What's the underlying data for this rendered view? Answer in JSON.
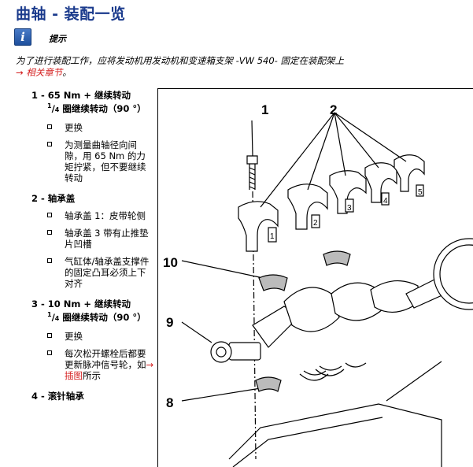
{
  "page": {
    "title": "曲轴 - 装配一览"
  },
  "hint": {
    "icon": "info-icon",
    "icon_glyph": "i",
    "label": "提示"
  },
  "intro": {
    "text": "为了进行装配工作，应将发动机用发动机和变速箱支架 -VW 540- 固定在装配架上",
    "link_arrow": "→",
    "link_text": "相关章节",
    "end": "。"
  },
  "items": [
    {
      "head": "1 - 65 Nm + 继续转动",
      "cont_num": "1",
      "cont_den": "4",
      "cont_text": " 圈继续转动（90 °）",
      "subs": [
        "更换",
        "为测量曲轴径向间隙，用 65 Nm 的力矩拧紧，但不要继续转动"
      ]
    },
    {
      "head": "2 - 轴承盖",
      "subs": [
        "轴承盖 1：皮带轮侧",
        "轴承盖 3 带有止推垫片凹槽",
        "气缸体/轴承盖支撑件的固定凸耳必须上下对齐"
      ]
    },
    {
      "head": "3 - 10 Nm + 继续转动",
      "cont_num": "1",
      "cont_den": "4",
      "cont_text": " 圈继续转动（90 °）",
      "subs": [
        "更换"
      ],
      "sub_link": {
        "text": "每次松开螺栓后都要更新脉冲信号轮，如",
        "arrow": "→",
        "link": "插图",
        "end": "所示"
      }
    },
    {
      "head": "4 - 滚针轴承"
    }
  ],
  "figure": {
    "callouts": [
      "1",
      "2",
      "10",
      "9",
      "8"
    ],
    "cap_numbers": [
      "1",
      "2",
      "3",
      "4",
      "5"
    ]
  }
}
